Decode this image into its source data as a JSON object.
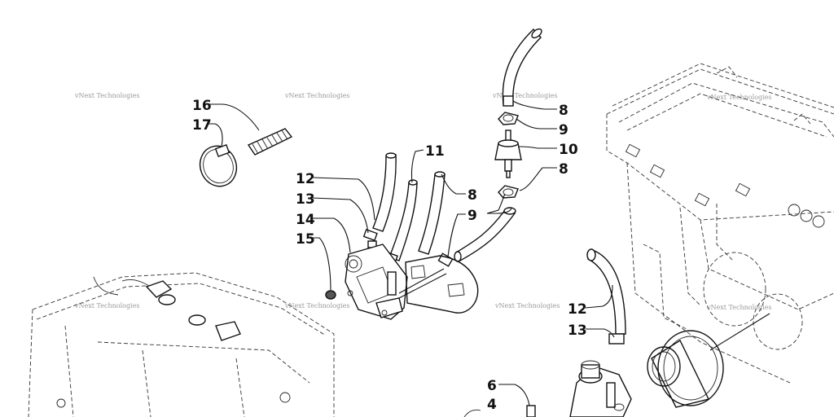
{
  "callouts": {
    "c16": "16",
    "c17": "17",
    "c12a": "12",
    "c13a": "13",
    "c14": "14",
    "c15": "15",
    "c11": "11",
    "c8a": "8",
    "c9a": "9",
    "c10": "10",
    "c8b": "8",
    "c8c": "8",
    "c9b": "9",
    "c12b": "12",
    "c13b": "13",
    "c6": "6",
    "c4": "4"
  },
  "watermark": "vNext Technologies"
}
